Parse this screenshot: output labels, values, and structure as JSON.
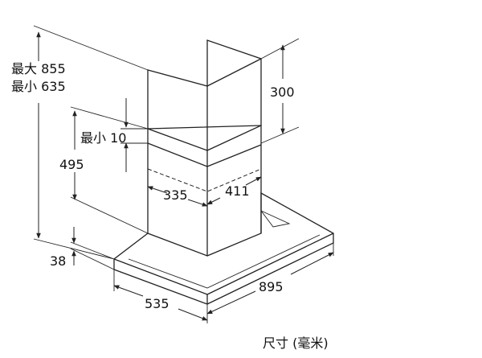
{
  "dimensions": {
    "max_height": "最大 855",
    "min_height": "最小 635",
    "min_gap": "最小 10",
    "cover_height": "495",
    "top_height": "300",
    "chimney_depth": "335",
    "chimney_width": "411",
    "canopy_height": "38",
    "canopy_depth": "535",
    "canopy_width": "895"
  },
  "caption": "尺寸 (毫米)"
}
